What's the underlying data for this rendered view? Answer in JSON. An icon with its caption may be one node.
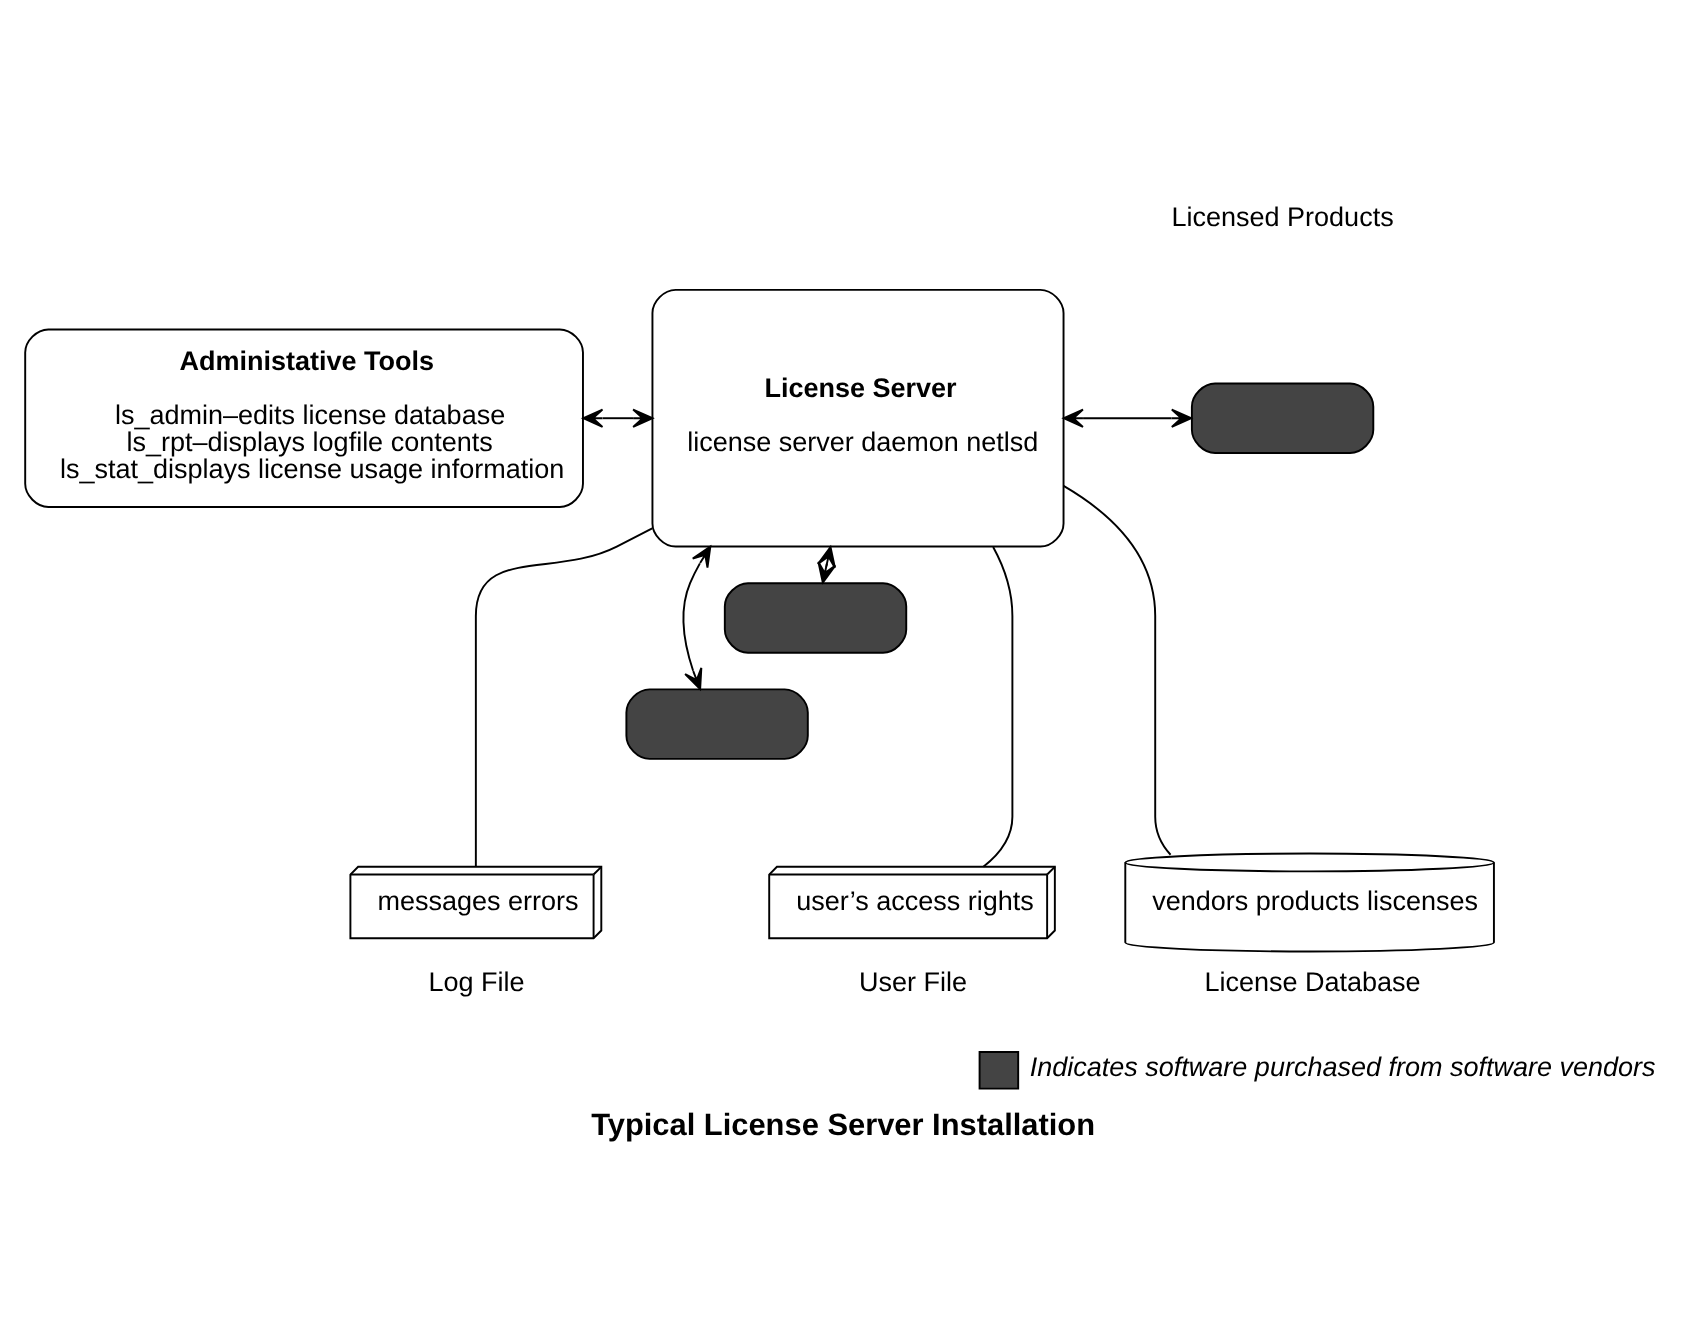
{
  "diagram": {
    "title": "Typical License Server Installation",
    "nodes": [
      {
        "text": [
          "Administative Tools",
          "ls_admin–edits license database",
          "ls_rpt–displays logfile contents",
          "ls_stat_displays license usage information"
        ]
      },
      {
        "text": [
          "License Server",
          "license server daemon netlsd"
        ]
      },
      {
        "text": [],
        "shape": "box"
      },
      {
        "text": [],
        "shape": "box"
      },
      {
        "text": [],
        "shape": "box"
      },
      {
        "text": [
          "user’s access rights"
        ],
        "beside": [
          "User File"
        ]
      },
      {
        "text": [
          "vendors products liscenses"
        ],
        "beside": [
          "License Database"
        ]
      },
      {
        "text": [
          "messages errors"
        ],
        "beside": [
          "Log File"
        ]
      }
    ],
    "edges": [
      {
        "from": 0,
        "to": 1,
        "arrow": "both"
      },
      {
        "from": 1,
        "to": 2,
        "arrow": "both"
      },
      {
        "from": 1,
        "to": 3,
        "arrow": "both"
      },
      {
        "from": 1,
        "to": 4,
        "arrow": "both"
      },
      {
        "from": 1,
        "to": 5,
        "arrow": "none"
      },
      {
        "from": 1,
        "to": 6,
        "arrow": "none"
      },
      {
        "from": 1,
        "to": 7,
        "arrow": "none"
      }
    ],
    "labels": [
      "Licensed Products"
    ],
    "legend": [
      {
        "text": "Indicates software purchased from software vendors"
      }
    ]
  }
}
